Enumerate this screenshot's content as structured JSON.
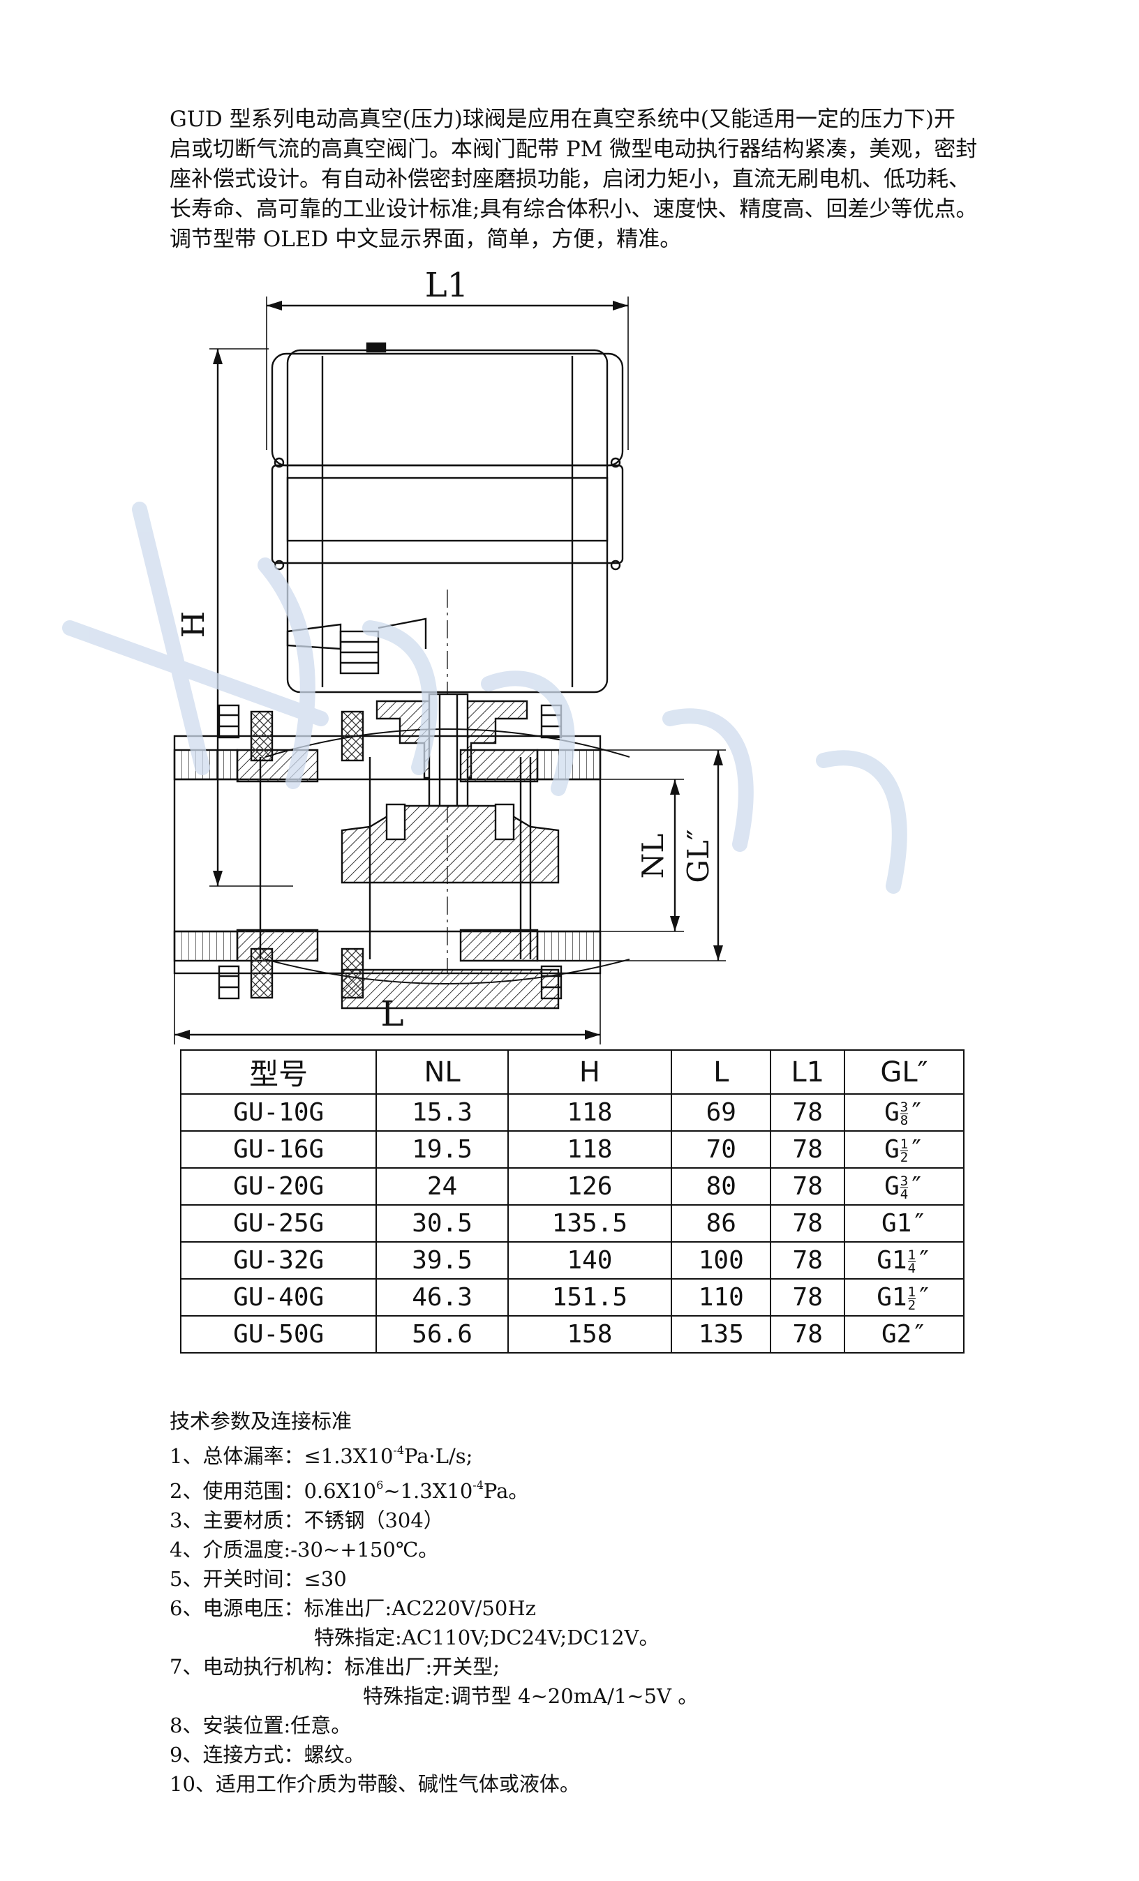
{
  "intro": {
    "lines": [
      "GUD 型系列电动高真空(压力)球阀是应用在真空系统中(又能适用一定的压力下)开",
      "启或切断气流的高真空阀门。本阀门配带 PM 微型电动执行器结构紧凑，美观，密封",
      "座补偿式设计。有自动补偿密封座磨损功能，启闭力矩小，直流无刷电机、低功耗、",
      "长寿命、高可靠的工业设计标准;具有综合体积小、速度快、精度高、回差少等优点。",
      "调节型带 OLED 中文显示界面，简单，方便，精准。"
    ]
  },
  "drawing": {
    "dim_l1": "L1",
    "dim_h": "H",
    "dim_l": "L",
    "dim_nl": "NL",
    "dim_gl": "GL″"
  },
  "spec_table": {
    "headers": [
      "型号",
      "NL",
      "H",
      "L",
      "L1",
      "GL″"
    ],
    "rows": [
      {
        "model": "GU-10G",
        "nl": "15.3",
        "h": "118",
        "l": "69",
        "l1": "78",
        "gl_pre": "G",
        "gl_whole": "",
        "gl_num": "3",
        "gl_den": "8",
        "gl_suf": "″"
      },
      {
        "model": "GU-16G",
        "nl": "19.5",
        "h": "118",
        "l": "70",
        "l1": "78",
        "gl_pre": "G",
        "gl_whole": "",
        "gl_num": "1",
        "gl_den": "2",
        "gl_suf": "″"
      },
      {
        "model": "GU-20G",
        "nl": "24",
        "h": "126",
        "l": "80",
        "l1": "78",
        "gl_pre": "G",
        "gl_whole": "",
        "gl_num": "3",
        "gl_den": "4",
        "gl_suf": "″"
      },
      {
        "model": "GU-25G",
        "nl": "30.5",
        "h": "135.5",
        "l": "86",
        "l1": "78",
        "gl_pre": "G",
        "gl_whole": "1",
        "gl_num": "",
        "gl_den": "",
        "gl_suf": "″"
      },
      {
        "model": "GU-32G",
        "nl": "39.5",
        "h": "140",
        "l": "100",
        "l1": "78",
        "gl_pre": "G",
        "gl_whole": "1",
        "gl_num": "1",
        "gl_den": "4",
        "gl_suf": "″"
      },
      {
        "model": "GU-40G",
        "nl": "46.3",
        "h": "151.5",
        "l": "110",
        "l1": "78",
        "gl_pre": "G",
        "gl_whole": "1",
        "gl_num": "1",
        "gl_den": "2",
        "gl_suf": "″"
      },
      {
        "model": "GU-50G",
        "nl": "56.6",
        "h": "158",
        "l": "135",
        "l1": "78",
        "gl_pre": "G",
        "gl_whole": "2",
        "gl_num": "",
        "gl_den": "",
        "gl_suf": "″"
      }
    ]
  },
  "tech": {
    "title": "技术参数及连接标准",
    "item1_pre": "1、总体漏率：≤1.3X10",
    "item1_exp": "-4",
    "item1_post": "Pa·L/s;",
    "item2_pre": "2、使用范围：0.6X10",
    "item2_exp1": "6",
    "item2_mid": "~1.3X10",
    "item2_exp2": "-4",
    "item2_post": "Pa。",
    "item3": "3、主要材质：不锈钢（304）",
    "item4": "4、介质温度:-30~+150℃。",
    "item5": "5、开关时间：≤30",
    "item6a": "6、电源电压：标准出厂:AC220V/50Hz",
    "item6b": "特殊指定:AC110V;DC24V;DC12V。",
    "item7a": "7、电动执行机构：标准出厂:开关型;",
    "item7b": "特殊指定:调节型 4~20mA/1~5V 。",
    "item8": "8、安装位置:任意。",
    "item9": "9、连接方式：螺纹。",
    "item10": "10、适用工作介质为带酸、碱性气体或液体。"
  },
  "colors": {
    "line": "#111111",
    "hatch": "#333333",
    "watermark": "#cfdcee"
  }
}
